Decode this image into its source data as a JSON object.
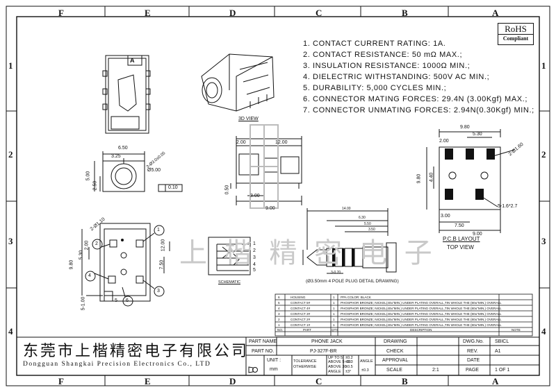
{
  "zones": {
    "top": [
      "F",
      "E",
      "D",
      "C",
      "B",
      "A"
    ],
    "side": [
      "1",
      "2",
      "3",
      "4"
    ]
  },
  "rohs": {
    "line1": "RoHS",
    "line2": "Compliant"
  },
  "specs": [
    "1. CONTACT CURRENT RATING: 1A.",
    "2. CONTACT RESISTANCE: 50 mΩ MAX.;",
    "3. INSULATION RESISTANCE: 1000Ω MIN.;",
    "4. DIELECTRIC WITHSTANDING: 500V AC MIN.;",
    "5. DURABILITY: 5,000 CYCLES MIN.;",
    "6. CONNECTOR MATING FORCES: 29.4N (3.00Kgf) MAX.;",
    "7. CONNECTOR UNMATING FORCES: 2.94N(0.30Kgf) MIN.;"
  ],
  "views": {
    "iso_label": "3D VIEW",
    "pcb_layout": "P.C.B LAYOUT",
    "top_view": "TOP VIEW",
    "schematic": "SCHEMATIC",
    "plug_caption": "(Ø3.50mm 4 POLE PLUG DETAIL DRAWING)",
    "jack_tag": "A"
  },
  "dims": {
    "d650": "6.50",
    "d325": "3.25",
    "d500a": "5.00",
    "d250": "2.50",
    "hole1": "3-Ø3.0±0.05",
    "hole2": "Ø5.00",
    "flat": "0.10",
    "d200a": "2.00",
    "d1200": "12.00",
    "d050": "0.50",
    "d300": "3.00",
    "d900a": "9.00",
    "p980a": "9.80",
    "p530a": "5.30",
    "p200b": "2.00",
    "p440": "4.40",
    "p980b": "9.80",
    "p160": "2-Ø1.60",
    "p5hole": "5-1.6*2.7",
    "p300": "3.00",
    "p750": "7.50",
    "p900": "9.00",
    "s210": "2-Ø1.10",
    "s200": "2.00",
    "s530": "5.30",
    "s1200": "12.00",
    "s980": "9.80",
    "s750": "7.50",
    "s100": "5-1.00",
    "g1400": "14.00",
    "g630": "6.30",
    "g550": "5.50",
    "g350": "3.50",
    "g060": "3-0.70"
  },
  "pins": [
    "1",
    "2",
    "3",
    "4",
    "5",
    "6"
  ],
  "schematic_pins": [
    "1",
    "2",
    "3",
    "4",
    "5"
  ],
  "bom": {
    "rows": [
      {
        "no": "6",
        "name": "HOUSING",
        "qty": "1",
        "desc": "PPA  COLOR: BLACK"
      },
      {
        "no": "5",
        "name": "CONTACT 5#",
        "qty": "1",
        "desc": "PHOSPHOR BRONZE; NICKEL(40u\"MIN.) UNDER PLATING OVERALL,TIN WHOLE THE (80u\"MIN.) OVERALL"
      },
      {
        "no": "4",
        "name": "CONTACT 4#",
        "qty": "1",
        "desc": "PHOSPHOR BRONZE; NICKEL(40u\"MIN.) UNDER PLATING OVERALL,TIN WHOLE THE (80u\"MIN.) OVERALL"
      },
      {
        "no": "3",
        "name": "CONTACT 3#",
        "qty": "1",
        "desc": "PHOSPHOR BRONZE; NICKEL(40u\"MIN.) UNDER PLATING OVERALL,TIN WHOLE THE (80u\"MIN.) OVERALL"
      },
      {
        "no": "2",
        "name": "CONTACT 2#",
        "qty": "1",
        "desc": "PHOSPHOR BRONZE; NICKEL(40u\"MIN.) UNDER PLATING OVERALL,TIN WHOLE THE (80u\"MIN.) OVERALL"
      },
      {
        "no": "1",
        "name": "CONTACT 1#",
        "qty": "1",
        "desc": "PHOSPHOR BRONZE; NICKEL(40u\"MIN.) UNDER PLATING OVERALL,TIN WHOLE THE (80u\"MIN.) OVERALL"
      }
    ],
    "header": {
      "no": "NO.",
      "name": "PART",
      "qty": "QTY",
      "desc": "DESCRIPTION",
      "note": "NOTE"
    }
  },
  "title_block": {
    "company_cn": "东莞市上楷精密电子有限公司",
    "company_en": "Dongguan Shangkai Precision Electronics Co., LTD",
    "part_name_label": "PART NAME",
    "part_name": "PHONE JACK",
    "part_no_label": "PART NO.",
    "part_no": "PJ-327F-BR",
    "unit_label": "UNIT :",
    "unit": "mm",
    "tolerance_label": "TOLERANCE",
    "otherwise_label": "OTHERWISE",
    "tol": [
      {
        "range": "UP TO 5",
        "val": "±0.2"
      },
      {
        "range": "ABOVE 5~30",
        "val": "±0.3"
      },
      {
        "range": "ABOVE 30",
        "val": "±0.5"
      },
      {
        "range": "ANGLE",
        "val": "±3°"
      }
    ],
    "angle_label": "ANGLE",
    "angle_val": "±0.3",
    "drawing": "DRAWING",
    "check": "CHECK",
    "approval": "APPROVAL",
    "scale_label": "SCALE",
    "scale": "2:1",
    "dwg_label": "DWG.No.",
    "dwg": "SBICL",
    "rev_label": "REV.",
    "rev": "A1",
    "date_label": "DATE",
    "page_label": "PAGE",
    "page": "1 OF 1"
  },
  "watermark": "上 楷 精 密 电 子"
}
